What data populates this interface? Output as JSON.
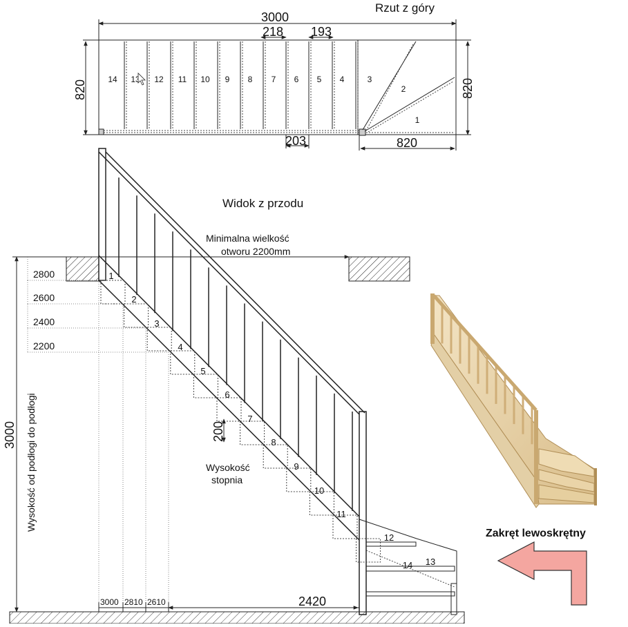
{
  "top_view": {
    "title": "Rzut z góry",
    "width_label": "3000",
    "tread_width_label": "218",
    "tread_depth_label": "193",
    "depth_label_left": "820",
    "depth_label_right": "820",
    "bottom_gap_label": "203",
    "turn_width_label": "820",
    "steps": [
      "14",
      "13",
      "12",
      "11",
      "10",
      "9",
      "8",
      "7",
      "6",
      "5",
      "4",
      "3",
      "2",
      "1"
    ]
  },
  "front_view": {
    "title": "Widok z przodu",
    "opening_label_1": "Minimalna wielkość",
    "opening_label_2": "otworu 2200mm",
    "height_axis_label": "Wysokość od podłogi do podłogi",
    "height_value": "3000",
    "height_levels": [
      "2800",
      "2600",
      "2400",
      "2200"
    ],
    "riser_value": "200",
    "riser_label_1": "Wysokość",
    "riser_label_2": "stopnia",
    "bottom_dims": [
      "3000",
      "2810",
      "2610"
    ],
    "run_label": "2420",
    "steps": [
      "14",
      "13",
      "12",
      "11",
      "10",
      "9",
      "8",
      "7",
      "6",
      "5",
      "4",
      "3",
      "2",
      "1"
    ]
  },
  "turn": {
    "label": "Zakręt lewoskrętny",
    "arrow_color": "#f4a6a0"
  }
}
